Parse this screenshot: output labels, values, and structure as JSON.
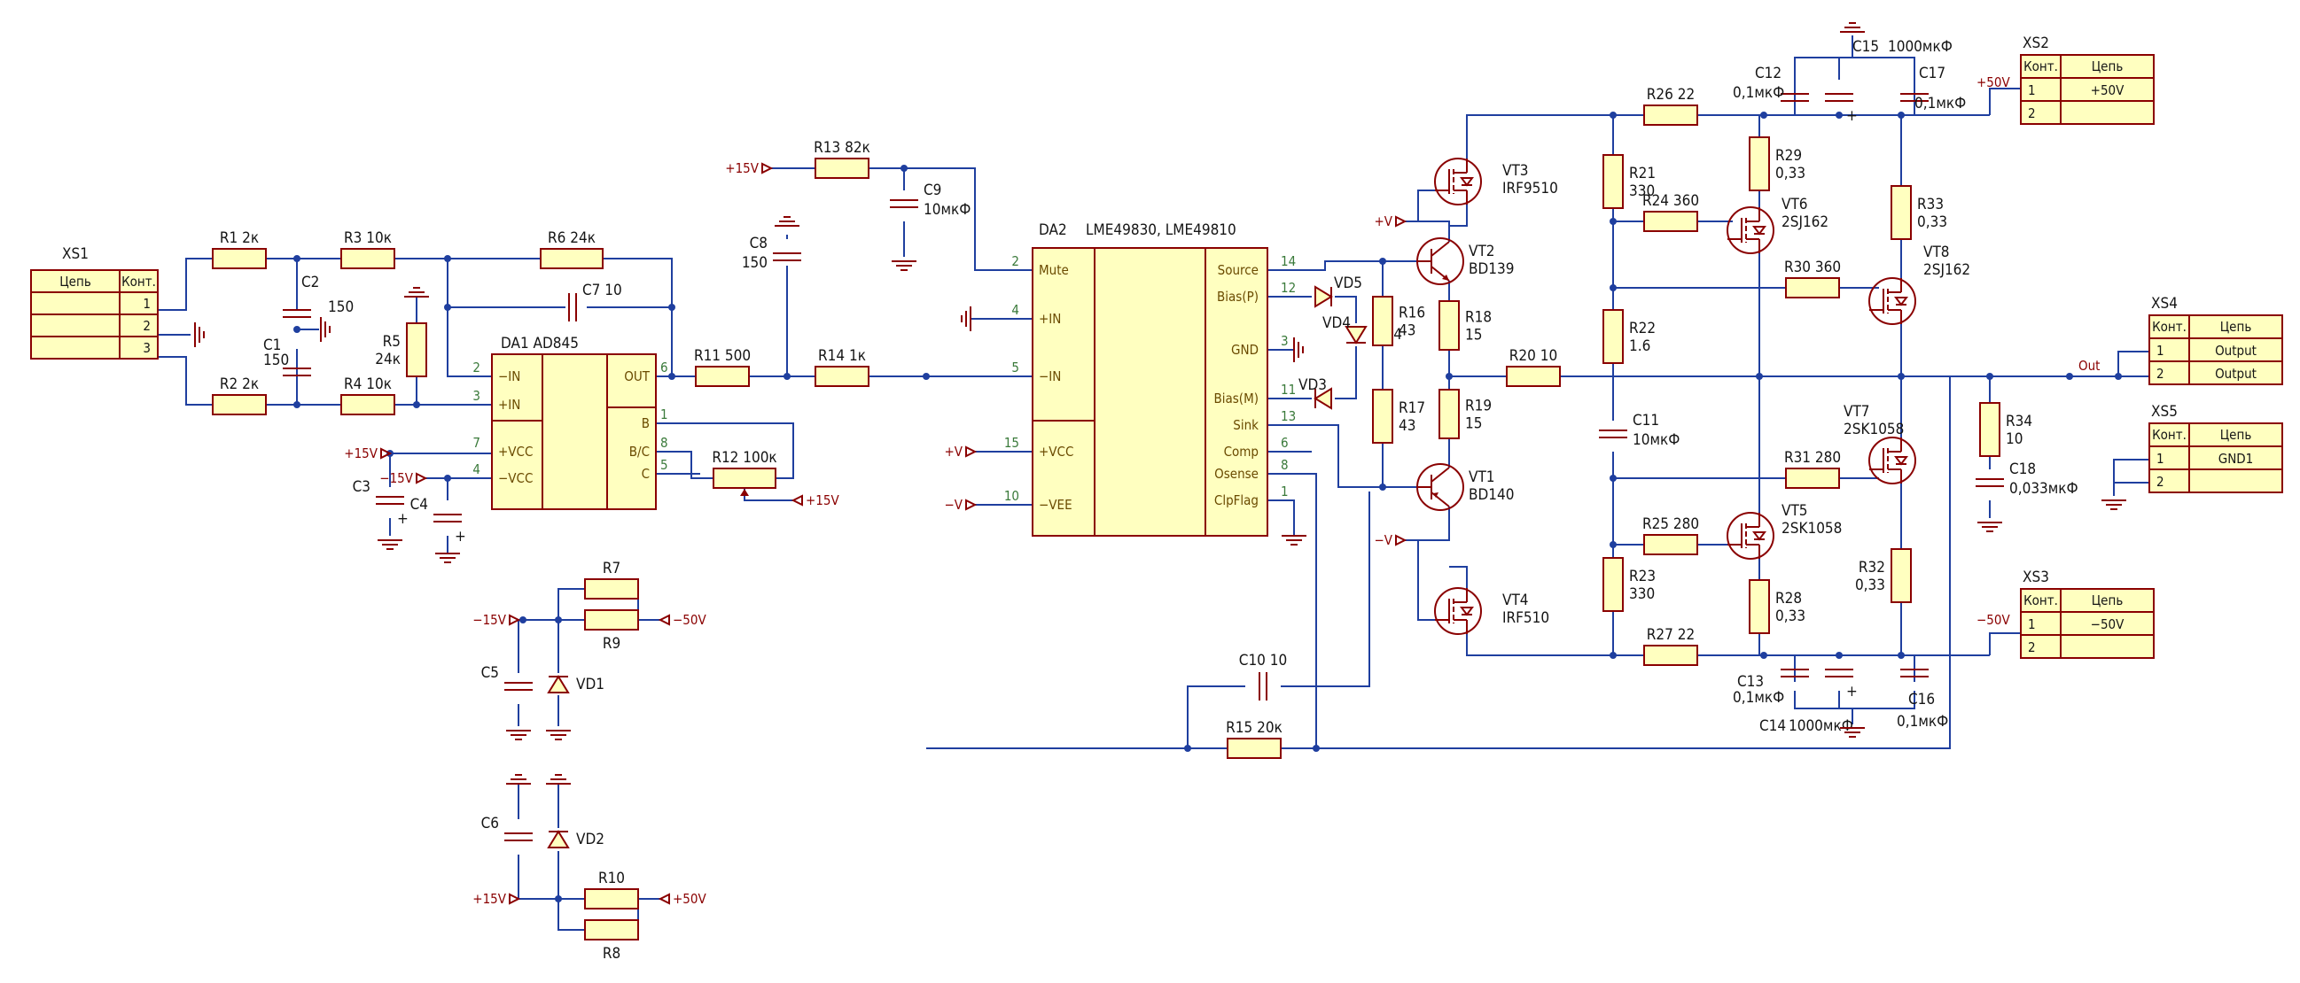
{
  "power": {
    "p15": "+15V",
    "n15": "−15V",
    "p50": "+50V",
    "n50": "−50V",
    "pv": "+V",
    "nv": "−V",
    "out": "Out"
  },
  "connectors": {
    "xs1": {
      "ref": "XS1",
      "h_net": "Цепь",
      "h_pin": "Конт.",
      "pins": [
        "1",
        "2",
        "3"
      ]
    },
    "xs2": {
      "ref": "XS2",
      "h_pin": "Конт.",
      "h_net": "Цепь",
      "rows": [
        [
          "1",
          "+50V"
        ],
        [
          "2",
          ""
        ]
      ]
    },
    "xs3": {
      "ref": "XS3",
      "h_pin": "Конт.",
      "h_net": "Цепь",
      "rows": [
        [
          "1",
          "−50V"
        ],
        [
          "2",
          ""
        ]
      ]
    },
    "xs4": {
      "ref": "XS4",
      "h_pin": "Конт.",
      "h_net": "Цепь",
      "rows": [
        [
          "1",
          "Output"
        ],
        [
          "2",
          "Output"
        ]
      ]
    },
    "xs5": {
      "ref": "XS5",
      "h_pin": "Конт.",
      "h_net": "Цепь",
      "rows": [
        [
          "1",
          "GND1"
        ],
        [
          "2",
          ""
        ]
      ]
    }
  },
  "ics": {
    "da1": {
      "ref": "DA1",
      "type": "AD845",
      "pins_left": [
        {
          "n": "2",
          "name": "−IN"
        },
        {
          "n": "3",
          "name": "+IN"
        },
        {
          "n": "7",
          "name": "+VCC"
        },
        {
          "n": "4",
          "name": "−VCC"
        }
      ],
      "pins_right": [
        {
          "n": "6",
          "name": "OUT"
        },
        {
          "n": "1",
          "name": "B"
        },
        {
          "n": "8",
          "name": "B/C"
        },
        {
          "n": "5",
          "name": "C"
        }
      ]
    },
    "da2": {
      "ref": "DA2",
      "type": "LME49830, LME49810",
      "pins_left": [
        {
          "n": "2",
          "name": "Mute"
        },
        {
          "n": "4",
          "name": "+IN"
        },
        {
          "n": "5",
          "name": "−IN"
        },
        {
          "n": "15",
          "name": "+VCC"
        },
        {
          "n": "10",
          "name": "−VEE"
        }
      ],
      "pins_right": [
        {
          "n": "14",
          "name": "Source"
        },
        {
          "n": "12",
          "name": "Bias(P)"
        },
        {
          "n": "3",
          "name": "GND"
        },
        {
          "n": "11",
          "name": "Bias(M)"
        },
        {
          "n": "13",
          "name": "Sink"
        },
        {
          "n": "6",
          "name": "Comp"
        },
        {
          "n": "8",
          "name": "Osense"
        },
        {
          "n": "1",
          "name": "ClpFlag"
        }
      ]
    }
  },
  "components": {
    "r1": {
      "ref": "R1",
      "val": "2к"
    },
    "r2": {
      "ref": "R2",
      "val": "2к"
    },
    "r3": {
      "ref": "R3",
      "val": "10к"
    },
    "r4": {
      "ref": "R4",
      "val": "10к"
    },
    "r5": {
      "ref": "R5",
      "val": "24к"
    },
    "r6": {
      "ref": "R6",
      "val": "24к"
    },
    "r7": {
      "ref": "R7"
    },
    "r8": {
      "ref": "R8"
    },
    "r9": {
      "ref": "R9"
    },
    "r10": {
      "ref": "R10"
    },
    "r11": {
      "ref": "R11",
      "val": "500"
    },
    "r12": {
      "ref": "R12",
      "val": "100к"
    },
    "r13": {
      "ref": "R13",
      "val": "82к"
    },
    "r14": {
      "ref": "R14",
      "val": "1к"
    },
    "r15": {
      "ref": "R15",
      "val": "20к"
    },
    "r16": {
      "ref": "R16",
      "val": "43"
    },
    "r17": {
      "ref": "R17",
      "val": "43"
    },
    "r18": {
      "ref": "R18",
      "val": "15"
    },
    "r19": {
      "ref": "R19",
      "val": "15"
    },
    "r20": {
      "ref": "R20",
      "val": "10"
    },
    "r21": {
      "ref": "R21",
      "val": "330"
    },
    "r22": {
      "ref": "R22",
      "val": "1.6"
    },
    "r23": {
      "ref": "R23",
      "val": "330"
    },
    "r24": {
      "ref": "R24",
      "val": "360"
    },
    "r25": {
      "ref": "R25",
      "val": "280"
    },
    "r26": {
      "ref": "R26",
      "val": "22"
    },
    "r27": {
      "ref": "R27",
      "val": "22"
    },
    "r28": {
      "ref": "R28",
      "val": "0,33"
    },
    "r29": {
      "ref": "R29",
      "val": "0,33"
    },
    "r30": {
      "ref": "R30",
      "val": "360"
    },
    "r31": {
      "ref": "R31",
      "val": "280"
    },
    "r32": {
      "ref": "R32",
      "val": "0,33"
    },
    "r33": {
      "ref": "R33",
      "val": "0,33"
    },
    "r34": {
      "ref": "R34",
      "val": "10"
    },
    "c1": {
      "ref": "C1",
      "val": "150"
    },
    "c2": {
      "ref": "C2",
      "val": "150"
    },
    "c3": {
      "ref": "C3"
    },
    "c4": {
      "ref": "C4"
    },
    "c5": {
      "ref": "C5"
    },
    "c6": {
      "ref": "C6"
    },
    "c7": {
      "ref": "C7",
      "val": "10"
    },
    "c8": {
      "ref": "C8",
      "val": "150"
    },
    "c9": {
      "ref": "C9",
      "val": "10мкФ"
    },
    "c10": {
      "ref": "C10",
      "val": "10"
    },
    "c11": {
      "ref": "C11",
      "val": "10мкФ"
    },
    "c12": {
      "ref": "C12",
      "val": "0,1мкФ"
    },
    "c13": {
      "ref": "C13",
      "val": "0,1мкФ"
    },
    "c14": {
      "ref": "C14",
      "val": "1000мкФ"
    },
    "c15": {
      "ref": "C15",
      "val": "1000мкФ"
    },
    "c16": {
      "ref": "C16",
      "val": "0,1мкФ"
    },
    "c17": {
      "ref": "C17",
      "val": "0,1мкФ"
    },
    "c18": {
      "ref": "C18",
      "val": "0,033мкФ"
    },
    "vd1": {
      "ref": "VD1"
    },
    "vd2": {
      "ref": "VD2"
    },
    "vd3": {
      "ref": "VD3"
    },
    "vd4": {
      "ref": "VD4"
    },
    "vd5": {
      "ref": "VD5"
    },
    "vt1": {
      "ref": "VT1",
      "type": "BD140"
    },
    "vt2": {
      "ref": "VT2",
      "type": "BD139"
    },
    "vt3": {
      "ref": "VT3",
      "type": "IRF9510"
    },
    "vt4": {
      "ref": "VT4",
      "type": "IRF510"
    },
    "vt5": {
      "ref": "VT5",
      "type": "2SK1058"
    },
    "vt6": {
      "ref": "VT6",
      "type": "2SJ162"
    },
    "vt7": {
      "ref": "VT7",
      "type": "2SK1058"
    },
    "vt8": {
      "ref": "VT8",
      "type": "2SJ162"
    }
  },
  "colors": {
    "wire": "#1f3f9f",
    "part_outline": "#8a0000",
    "part_fill": "#ffffc0",
    "pin_number": "#3a7a3a",
    "pin_name": "#6a4a00",
    "power_label": "#8a0000",
    "background": "#ffffff"
  }
}
